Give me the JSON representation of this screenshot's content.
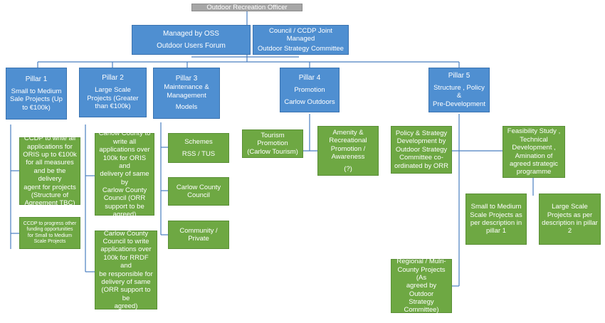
{
  "top": {
    "label": "Outdoor Recreation Officer"
  },
  "managed_oss": {
    "line1": "Managed by OSS",
    "line2": "Outdoor Users Forum"
  },
  "joint_managed": {
    "line1": "Council / CCDP Joint Managed",
    "line2": "Outdoor Strategy Committee"
  },
  "pillars": [
    {
      "title": "Pillar 1",
      "desc": [
        "Small to Medium",
        "Sale Projects (Up",
        "to €100k)"
      ]
    },
    {
      "title": "Pillar 2",
      "desc": [
        "Large Scale",
        "Projects (Greater",
        "than €100k)"
      ]
    },
    {
      "title": "Pillar 3",
      "desc": [
        "Maintenance &",
        "Management"
      ],
      "extra": "Models"
    },
    {
      "title": "Pillar 4",
      "desc": [
        "Promotion"
      ],
      "extra": "Carlow Outdoors"
    },
    {
      "title": "Pillar 5",
      "desc": [
        "Structure , Policy &",
        "Pre-Development"
      ]
    }
  ],
  "pillar1_items": {
    "ccdp_write": [
      "CCDP to write all",
      "applications for",
      "ORIS up to €100k",
      "for all measures",
      "and be the delivery",
      "agent for projects",
      "(Structure of",
      "Agreement TBC)"
    ],
    "ccdp_progress": [
      "CCDP to progress other",
      "funding opportunities",
      "for Small to Medium",
      "Scale Projects"
    ]
  },
  "pillar2_items": {
    "county_oris": [
      "Carlow County to",
      "write all",
      "applications over",
      "100k for ORIS and",
      "delivery of same by",
      "Carlow County",
      "Council  (ORR",
      "support to be",
      "agreed)"
    ],
    "county_rrdf": [
      "Carlow County",
      "Council to write",
      "applications over",
      "100k for RRDF and",
      "be responsible for",
      "delivery of same",
      "(ORR support to be",
      "agreed)"
    ]
  },
  "pillar3_items": {
    "schemes": {
      "line1": "Schemes",
      "line2": "RSS / TUS"
    },
    "council": [
      "Carlow County",
      "Council"
    ],
    "community": [
      "Community /",
      "Private"
    ]
  },
  "pillar4_items": {
    "tourism": {
      "line1": "Tourism Promotion",
      "line2": "(Carlow Tourism)"
    },
    "amenity": {
      "lines": [
        "Amenity &",
        "Recreational",
        "Promotion /",
        "Awareness"
      ],
      "extra": "(?)"
    }
  },
  "pillar5_items": {
    "policy": [
      "Policy & Strategy",
      "Development by",
      "Outdoor Strategy",
      "Committee co-",
      "ordinated by ORR"
    ],
    "feasibility": [
      "Feasibility Study ,",
      "Technical",
      "Development ,",
      "Amination of",
      "agreed strategic",
      "programme"
    ],
    "small_medium": [
      "Small to Medium",
      "Scale Projects as",
      "per description in",
      "pillar 1"
    ],
    "large_scale": [
      "Large Scale",
      "Projects as per",
      "description in pillar",
      "2"
    ],
    "regional": [
      "Regional / Mulri-",
      "County Projects (As",
      "agreed by Outdoor",
      "Strategy",
      "Committee)"
    ]
  },
  "colors": {
    "blue": "#4f8fd1",
    "green": "#6ea843",
    "grey": "#a6a6a6",
    "line": "#4a7fc0"
  }
}
